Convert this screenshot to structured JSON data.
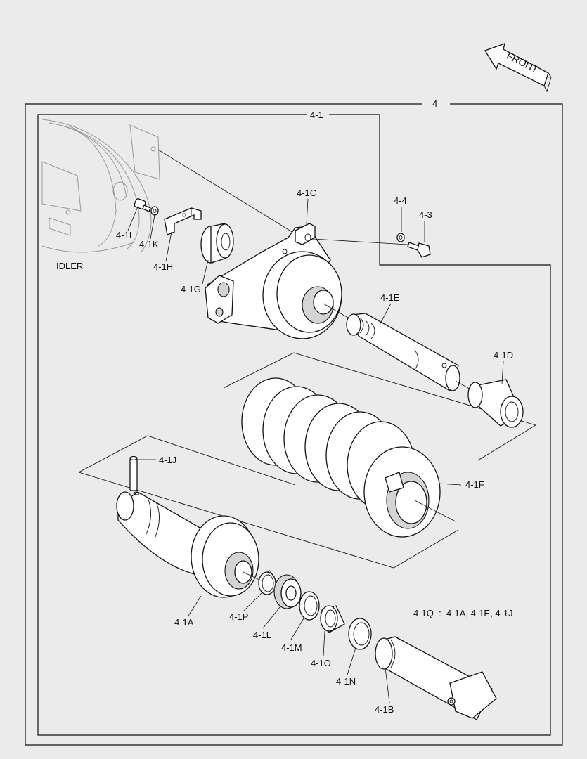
{
  "front_label": "FRONT",
  "idler_label": "IDLER",
  "assembly_labels": {
    "main": "4",
    "sub": "4-1"
  },
  "callouts": {
    "c_4_4": "4-4",
    "c_4_3": "4-3",
    "c_4_1C": "4-1C",
    "c_4_1I": "4-1I",
    "c_4_1K": "4-1K",
    "c_4_1H": "4-1H",
    "c_4_1G": "4-1G",
    "c_4_1E": "4-1E",
    "c_4_1D": "4-1D",
    "c_4_1F": "4-1F",
    "c_4_1J": "4-1J",
    "c_4_1A": "4-1A",
    "c_4_1P": "4-1P",
    "c_4_1L": "4-1L",
    "c_4_1M": "4-1M",
    "c_4_1O": "4-1O",
    "c_4_1N": "4-1N",
    "c_4_1B": "4-1B"
  },
  "note": "4-1Q  :  4-1A, 4-1E, 4-1J"
}
